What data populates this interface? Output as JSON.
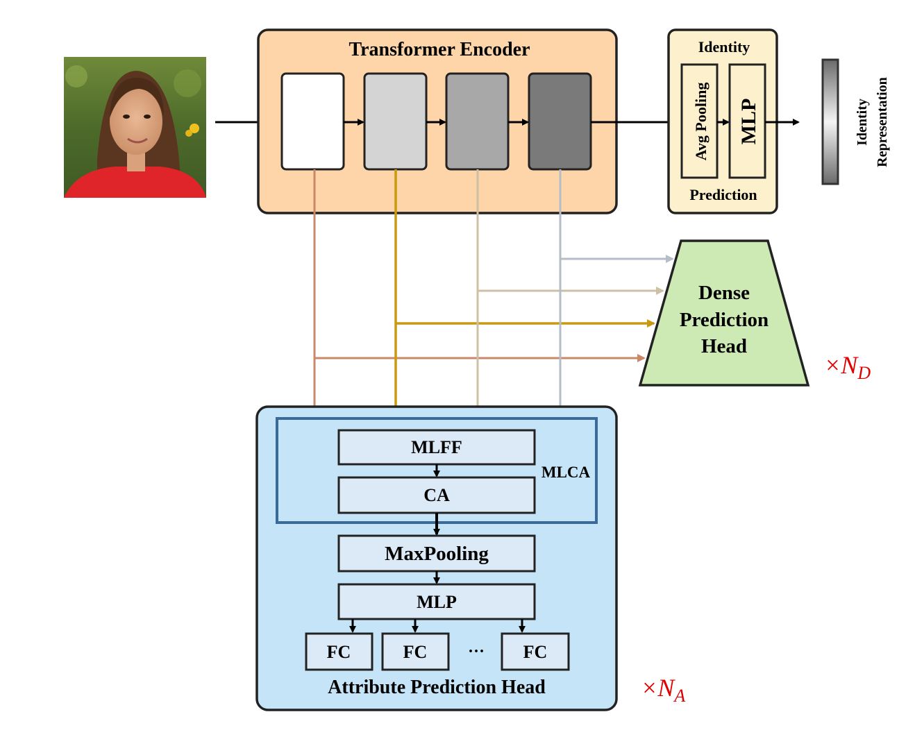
{
  "input_image": {
    "icon": "face-photo"
  },
  "encoder": {
    "title": "Transformer Encoder",
    "fill": "#fdd5a8",
    "block_fills": [
      "#ffffff",
      "#d4d4d4",
      "#a8a8a8",
      "#7a7a7a"
    ]
  },
  "identity_head": {
    "title_top": "Identity",
    "title_bottom": "Prediction",
    "avg_pooling": "Avg Pooling",
    "mlp": "MLP",
    "fill": "#fdf0cc",
    "output_label_line1": "Identity",
    "output_label_line2": "Representation"
  },
  "dense_head": {
    "line1": "Dense",
    "line2": "Prediction",
    "line3": "Head",
    "fill": "#cde9b4",
    "multiplier_prefix": "×",
    "multiplier_var": "N",
    "multiplier_sub": "D"
  },
  "attribute_head": {
    "title": "Attribute Prediction Head",
    "fill": "#c5e4f7",
    "box_fill": "#dce9f7",
    "mlca_label": "MLCA",
    "mlff": "MLFF",
    "ca": "CA",
    "maxpooling": "MaxPooling",
    "mlp": "MLP",
    "fc_labels": [
      "FC",
      "FC",
      "FC"
    ],
    "ellipsis": "···",
    "multiplier_prefix": "×",
    "multiplier_var": "N",
    "multiplier_sub": "A"
  },
  "colors": {
    "level1": "#c8886a",
    "level2": "#c89a10",
    "level3": "#cdc0a4",
    "level4": "#b4bec8",
    "mlca_border": "#3a6a9a",
    "multiplier": "#e00000"
  }
}
